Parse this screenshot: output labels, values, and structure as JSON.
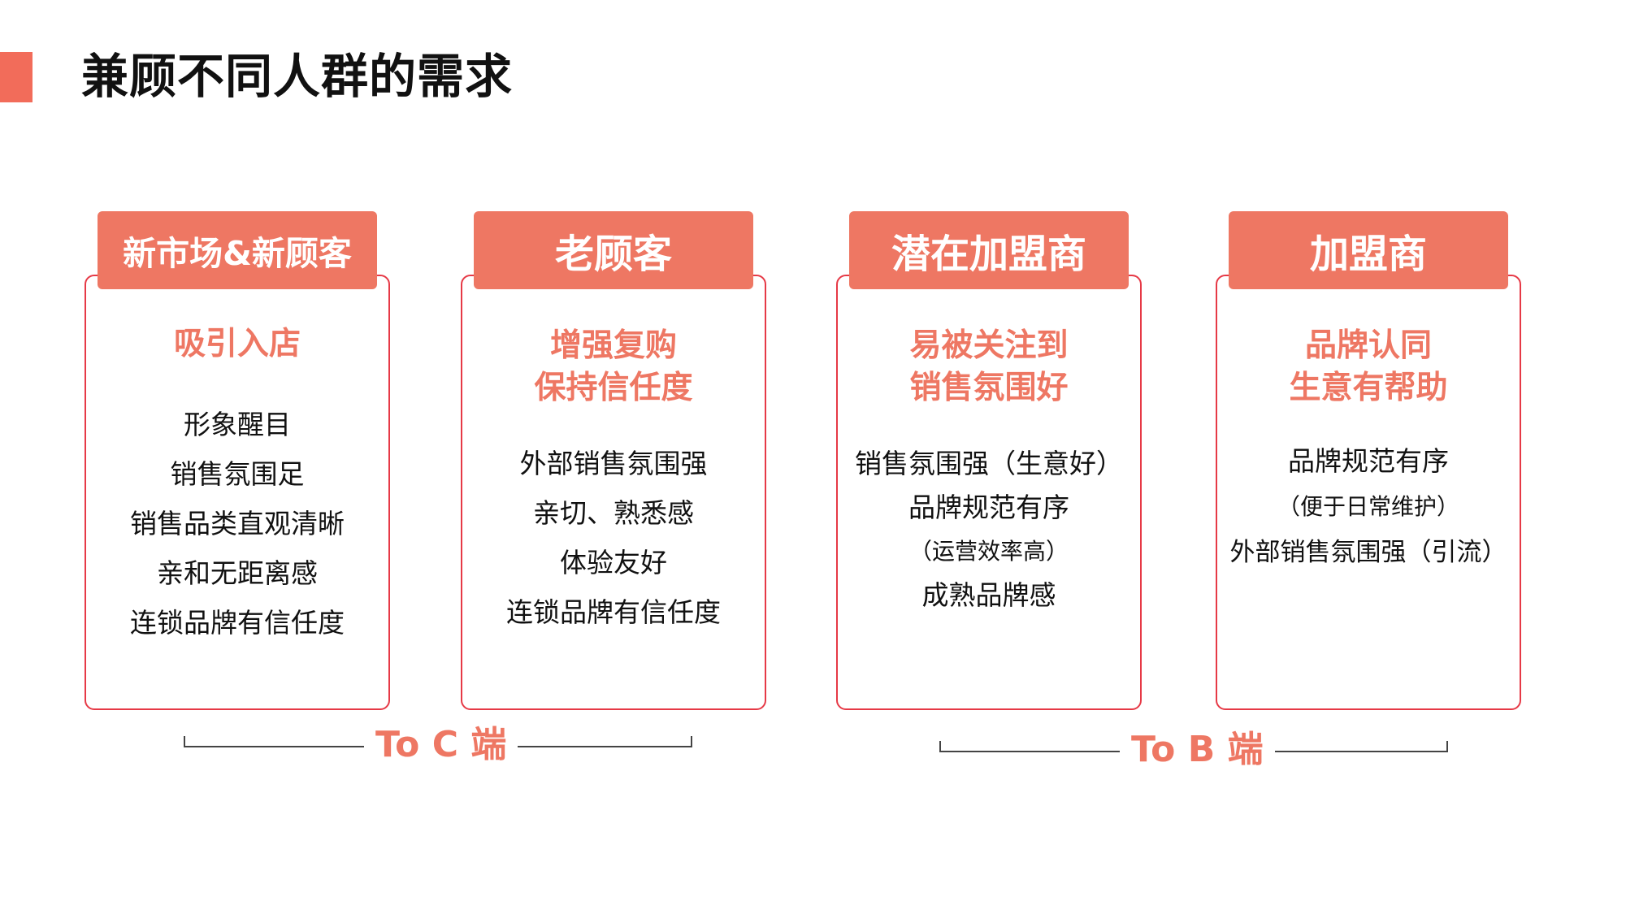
{
  "page": {
    "title": "兼顾不同人群的需求",
    "accent_color": "#f26c5a"
  },
  "cards": [
    {
      "tab": "新市场&新顾客",
      "heading": [
        "吸引入店"
      ],
      "items": [
        "形象醒目",
        "销售氛围足",
        "销售品类直观清晰",
        "亲和无距离感",
        "连锁品牌有信任度"
      ]
    },
    {
      "tab": "老顾客",
      "heading": [
        "增强复购",
        "保持信任度"
      ],
      "items": [
        "外部销售氛围强",
        "亲切、熟悉感",
        "体验友好",
        "连锁品牌有信任度"
      ]
    },
    {
      "tab": "潜在加盟商",
      "heading": [
        "易被关注到",
        "销售氛围好"
      ],
      "items": [
        "销售氛围强（生意好）",
        "品牌规范有序",
        "（运营效率高）",
        "成熟品牌感"
      ]
    },
    {
      "tab": "加盟商",
      "heading": [
        "品牌认同",
        "生意有帮助"
      ],
      "items": [
        "品牌规范有序",
        "（便于日常维护）",
        "外部销售氛围强（引流）"
      ]
    }
  ],
  "groups": [
    {
      "label": "To C 端"
    },
    {
      "label": "To B 端"
    }
  ],
  "colors": {
    "tab_fill": "#ee7763",
    "card_border": "#e63946",
    "heading_text": "#ee7763"
  }
}
